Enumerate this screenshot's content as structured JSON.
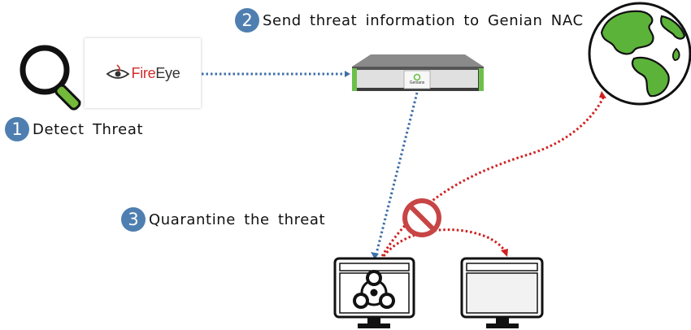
{
  "steps": [
    {
      "number": "1",
      "label": "Detect Threat"
    },
    {
      "number": "2",
      "label": "Send threat information to Genian NAC"
    },
    {
      "number": "3",
      "label": "Quarantine the threat"
    }
  ],
  "fireeye": {
    "brand_fire": "Fire",
    "brand_eye": "Eye"
  },
  "appliance": {
    "brand": "Genians"
  },
  "icons": {
    "magnifier": "magnifier-icon",
    "globe": "globe-icon",
    "blocked": "prohibited-icon",
    "biohazard": "biohazard-icon",
    "monitor": "monitor-icon"
  },
  "colors": {
    "step_badge": "#4f7fb0",
    "blue_link": "#3f6fa8",
    "red_link": "#d01f1f",
    "block_red": "#c84545",
    "genians_green": "#6cc04a",
    "globe_land": "#5cb33a",
    "fireeye_red": "#d22d2d"
  }
}
